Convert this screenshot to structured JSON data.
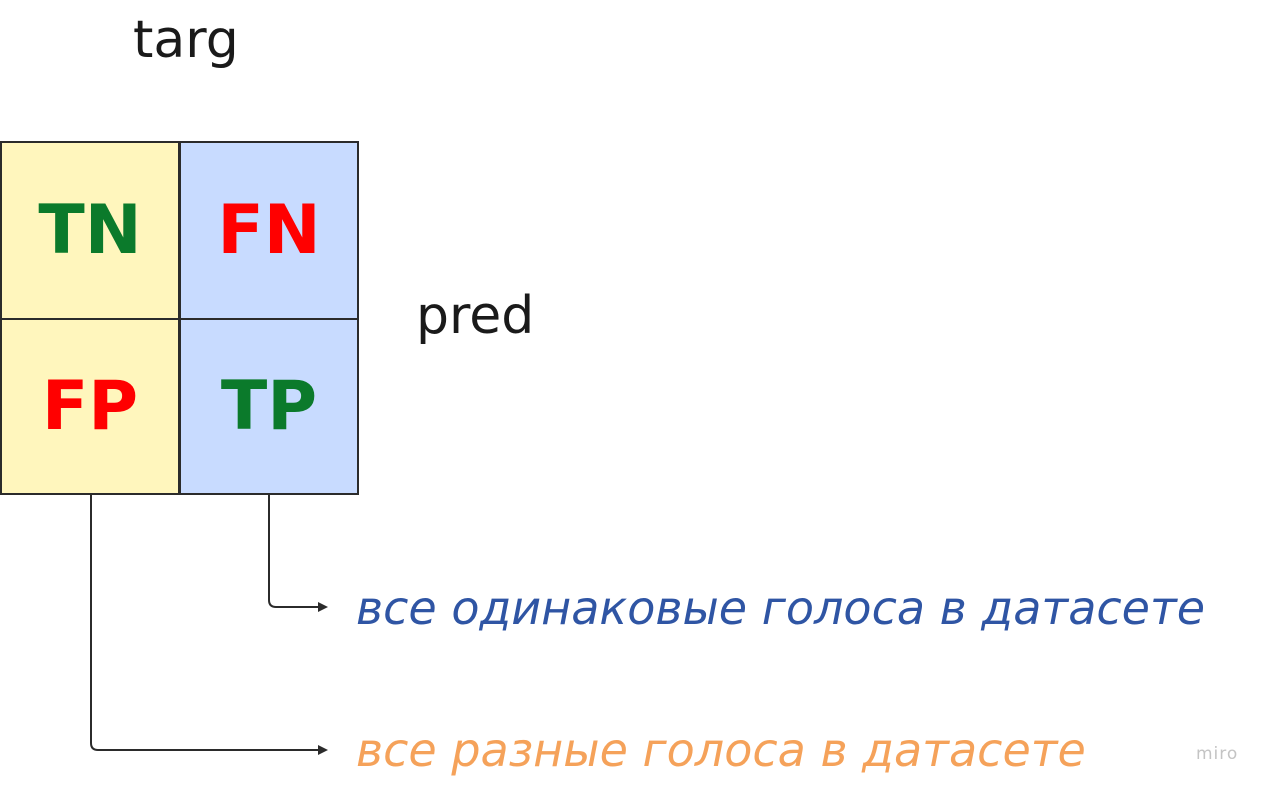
{
  "axes": {
    "columns_label": "targ",
    "rows_label": "pred"
  },
  "matrix": {
    "tn": {
      "label": "TN",
      "color": "#0b7a2b",
      "fill": "#fff6bd"
    },
    "fn": {
      "label": "FN",
      "color": "#ff0000",
      "fill": "#c8dbff"
    },
    "fp": {
      "label": "FP",
      "color": "#ff0000",
      "fill": "#fff6bd"
    },
    "tp": {
      "label": "TP",
      "color": "#0b7a2b",
      "fill": "#c8dbff"
    }
  },
  "annotations": {
    "same_voices": {
      "text": "все одинаковые голоса в датасете",
      "color": "#2f55a4"
    },
    "different_voices": {
      "text": "все разные голоса в датасете",
      "color": "#f5a25a"
    }
  },
  "watermark": "miro"
}
